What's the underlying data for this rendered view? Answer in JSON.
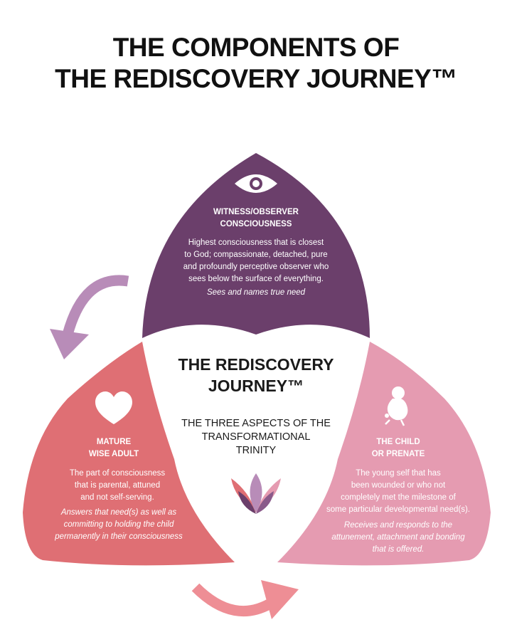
{
  "title": {
    "line1": "THE COMPONENTS OF",
    "line2": "THE REDISCOVERY JOURNEY™"
  },
  "center": {
    "title_line1": "THE REDISCOVERY",
    "title_line2": "JOURNEY™",
    "subtitle_line1": "THE THREE ASPECTS OF THE",
    "subtitle_line2": "TRANSFORMATIONAL",
    "subtitle_line3": "TRINITY"
  },
  "witness": {
    "icon": "eye-icon",
    "color": "#6b3f6b",
    "heading_line1": "WITNESS/OBSERVER",
    "heading_line2": "CONSCIOUSNESS",
    "desc_line1": "Highest consciousness that is closest",
    "desc_line2": "to God; compassionate, detached, pure",
    "desc_line3": "and profoundly perceptive observer who",
    "desc_line4": "sees below the surface of everything.",
    "role": "Sees and names true need"
  },
  "adult": {
    "icon": "heart-icon",
    "color": "#df6f74",
    "heading_line1": "MATURE",
    "heading_line2": "WISE ADULT",
    "desc_line1": "The part of consciousness",
    "desc_line2": "that is parental, attuned",
    "desc_line3": "and not self-serving.",
    "role_line1": "Answers that need(s) as well as",
    "role_line2": "committing to holding the child",
    "role_line3": "permanently in their consciousness"
  },
  "child": {
    "icon": "fetus-icon",
    "color": "#e59bb1",
    "heading_line1": "THE CHILD",
    "heading_line2": "OR PRENATE",
    "desc_line1": "The young self that has",
    "desc_line2": "been wounded or who not",
    "desc_line3": "completely met the milestone of",
    "desc_line4": "some particular developmental need(s).",
    "role_line1": "Receives and responds to the",
    "role_line2": "attunement, attachment and bonding",
    "role_line3": "that is offered."
  },
  "decor": {
    "lotus_icon": "lotus-icon",
    "arrow_colors": [
      "#b88cb8",
      "#ee8e95"
    ]
  }
}
